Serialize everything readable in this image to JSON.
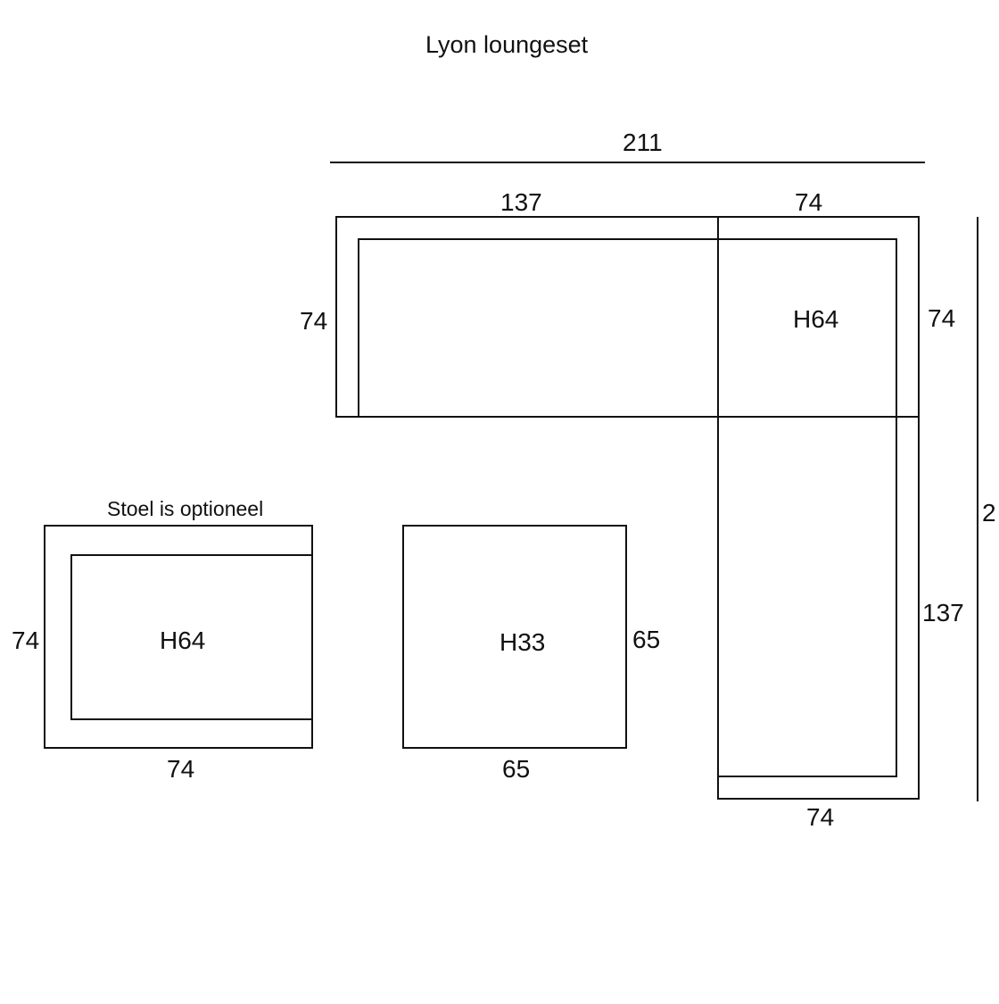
{
  "title": "Lyon loungeset",
  "note": "Stoel is optioneel",
  "dimensions": {
    "overall_width": "211",
    "overall_depth_partial": "2",
    "sofa_width": "137",
    "corner_width": "74",
    "sofa_depth_left": "74",
    "corner_depth_right": "74",
    "side_length": "137",
    "side_width_bottom": "74",
    "chair_depth": "74",
    "chair_width": "74",
    "table_depth": "65",
    "table_width": "65"
  },
  "heights": {
    "corner": "H64",
    "chair": "H64",
    "table": "H33"
  },
  "colors": {
    "line": "#111111",
    "text": "#111111",
    "background": "#ffffff"
  }
}
